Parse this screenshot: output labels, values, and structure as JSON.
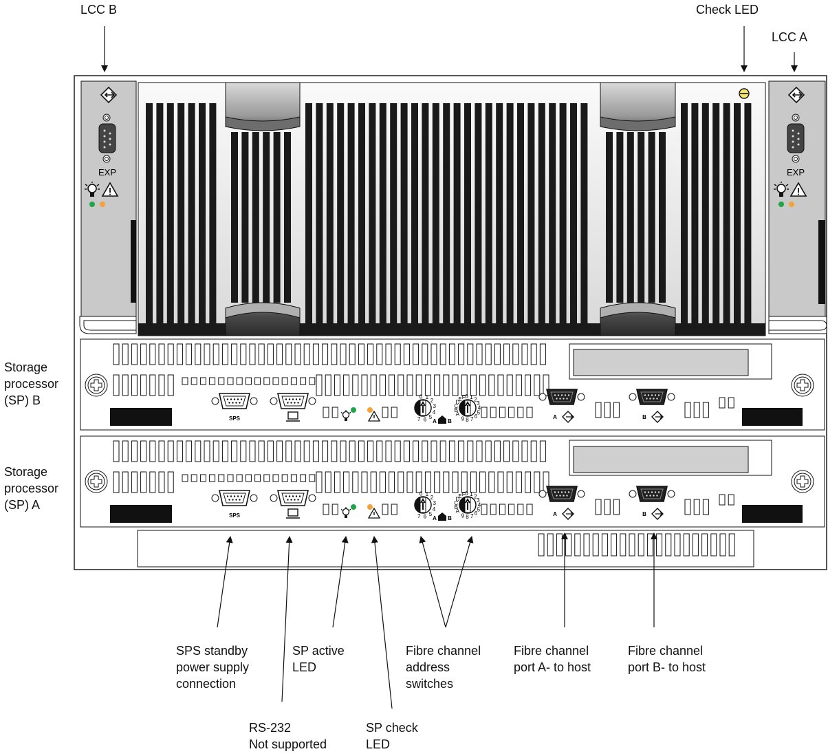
{
  "labels": {
    "lcc_b": "LCC B",
    "check_led": "Check LED",
    "lcc_a": "LCC A",
    "sp_b": [
      "Storage",
      "processor",
      "(SP) B"
    ],
    "sp_a": [
      "Storage",
      "processor",
      "(SP) A"
    ],
    "sps": [
      "SPS standby",
      "power supply",
      "connection"
    ],
    "sp_active": [
      "SP active",
      "LED"
    ],
    "fc_switches": [
      "Fibre channel",
      "address",
      "switches"
    ],
    "fc_port_a": [
      "Fibre channel",
      "port A- to host"
    ],
    "fc_port_b": [
      "Fibre channel",
      "port B- to host"
    ],
    "rs232": [
      "RS-232",
      "Not supported"
    ],
    "sp_check": [
      "SP check",
      "LED"
    ]
  },
  "panel_text": {
    "exp": "EXP",
    "sps": "SPS",
    "port_a": "A",
    "port_b": "B",
    "switch_a": "A",
    "switch_b": "B",
    "dial1_digits": "0123456 7",
    "dial2_letters": "ABCDEF",
    "dial2_digits": "01234 5 6789"
  },
  "colors": {
    "outline": "#111111",
    "panel_fill": "#ffffff",
    "lcc_fill": "#c8c8c8",
    "heatsink": "#1a1a1a",
    "display_fill": "#cfcfcf",
    "led_green": "#1fa64a",
    "led_amber": "#f2a33a",
    "check_led": "#f4e36a"
  }
}
